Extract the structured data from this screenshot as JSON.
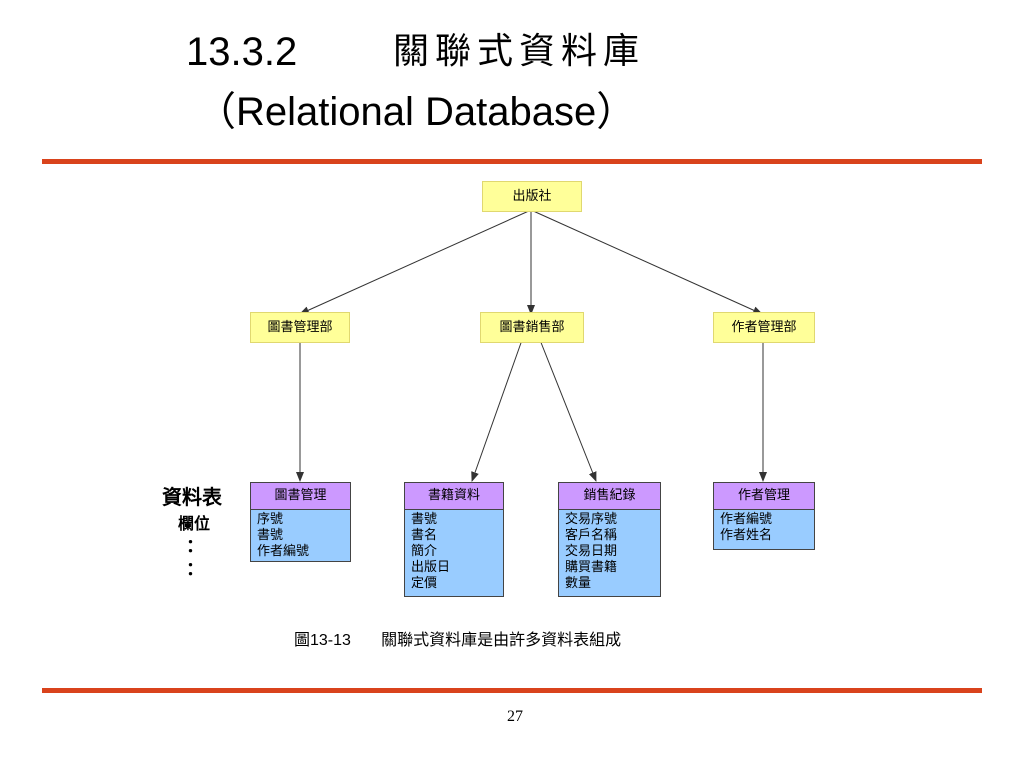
{
  "title": {
    "number": "13.3.2",
    "chinese": "關聯式資料庫",
    "english": "（Relational Database）"
  },
  "diagram": {
    "root": "出版社",
    "departments": [
      "圖書管理部",
      "圖書銷售部",
      "作者管理部"
    ],
    "tables": [
      {
        "name": "圖書管理",
        "fields": [
          "序號",
          "書號",
          "作者編號"
        ]
      },
      {
        "name": "書籍資料",
        "fields": [
          "書號",
          "書名",
          "簡介",
          "出版日",
          "定價"
        ]
      },
      {
        "name": "銷售紀錄",
        "fields": [
          "交易序號",
          "客戶名稱",
          "交易日期",
          "購買書籍",
          "數量"
        ]
      },
      {
        "name": "作者管理",
        "fields": [
          "作者編號",
          "作者姓名"
        ]
      }
    ],
    "side_labels": {
      "table_label": "資料表",
      "field_label": "欄位",
      "ellipsis": "："
    }
  },
  "caption": {
    "figure": "圖13-13",
    "text": "關聯式資料庫是由許多資料表組成"
  },
  "page_number": "27",
  "colors": {
    "rule": "#d9431c",
    "node_fill": "#ffff99",
    "table_header": "#cc99ff",
    "table_body": "#99ccff"
  }
}
